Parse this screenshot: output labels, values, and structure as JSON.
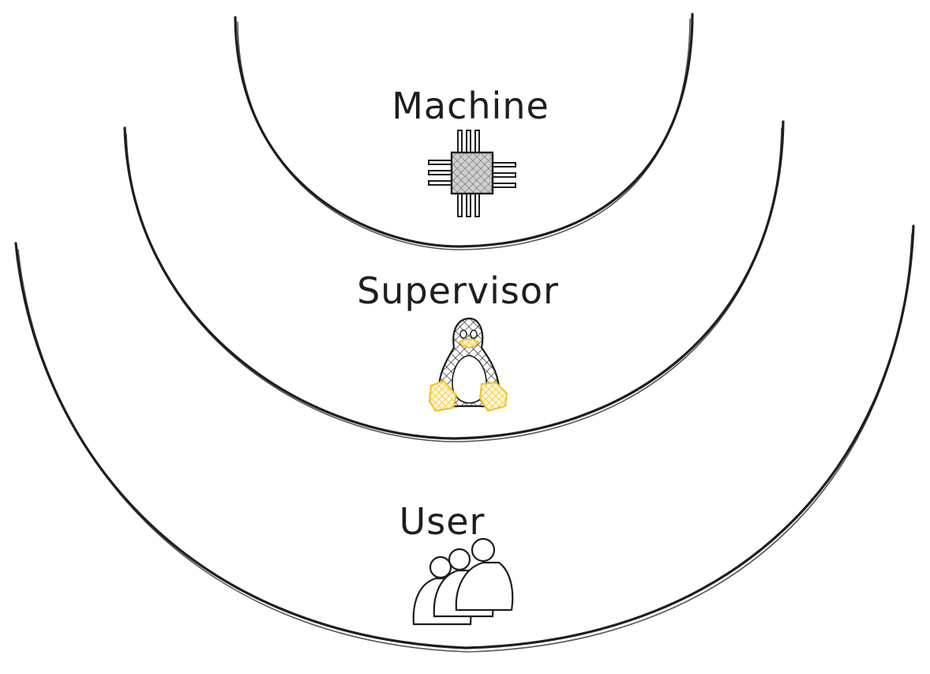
{
  "diagram": {
    "layers": [
      {
        "key": "machine",
        "label": "Machine",
        "icon": "cpu-chip-icon"
      },
      {
        "key": "supervisor",
        "label": "Supervisor",
        "icon": "linux-penguin-icon"
      },
      {
        "key": "user",
        "label": "User",
        "icon": "users-group-icon"
      }
    ],
    "colors": {
      "ink": "#1e1e1e",
      "chip_fill": "#d6d6d6",
      "penguin_accent": "#f0c020",
      "background": "#ffffff"
    }
  }
}
